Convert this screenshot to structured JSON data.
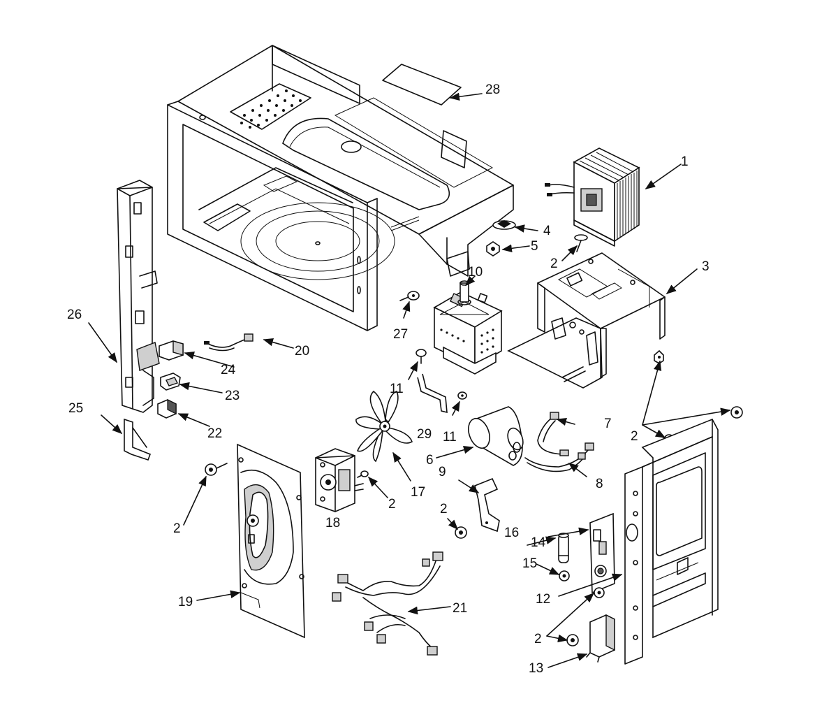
{
  "diagram": {
    "callouts": [
      {
        "id": "c1",
        "label": "1"
      },
      {
        "id": "c2a",
        "label": "2"
      },
      {
        "id": "c3",
        "label": "3"
      },
      {
        "id": "c4",
        "label": "4"
      },
      {
        "id": "c5",
        "label": "5"
      },
      {
        "id": "c10",
        "label": "10"
      },
      {
        "id": "c28",
        "label": "28"
      },
      {
        "id": "c26",
        "label": "26"
      },
      {
        "id": "c20",
        "label": "20"
      },
      {
        "id": "c24",
        "label": "24"
      },
      {
        "id": "c23",
        "label": "23"
      },
      {
        "id": "c27",
        "label": "27"
      },
      {
        "id": "c25",
        "label": "25"
      },
      {
        "id": "c22",
        "label": "22"
      },
      {
        "id": "c11a",
        "label": "11"
      },
      {
        "id": "c11b",
        "label": "11"
      },
      {
        "id": "c29",
        "label": "29"
      },
      {
        "id": "c7",
        "label": "7"
      },
      {
        "id": "c2b",
        "label": "2"
      },
      {
        "id": "c6",
        "label": "6"
      },
      {
        "id": "c9",
        "label": "9"
      },
      {
        "id": "c8",
        "label": "8"
      },
      {
        "id": "c2c",
        "label": "2"
      },
      {
        "id": "c17",
        "label": "17"
      },
      {
        "id": "c2d",
        "label": "2"
      },
      {
        "id": "c18",
        "label": "18"
      },
      {
        "id": "c2e",
        "label": "2"
      },
      {
        "id": "c16",
        "label": "16"
      },
      {
        "id": "c14",
        "label": "14"
      },
      {
        "id": "c15",
        "label": "15"
      },
      {
        "id": "c19",
        "label": "19"
      },
      {
        "id": "c21",
        "label": "21"
      },
      {
        "id": "c12",
        "label": "12"
      },
      {
        "id": "c2f",
        "label": "2"
      },
      {
        "id": "c13",
        "label": "13"
      }
    ]
  }
}
